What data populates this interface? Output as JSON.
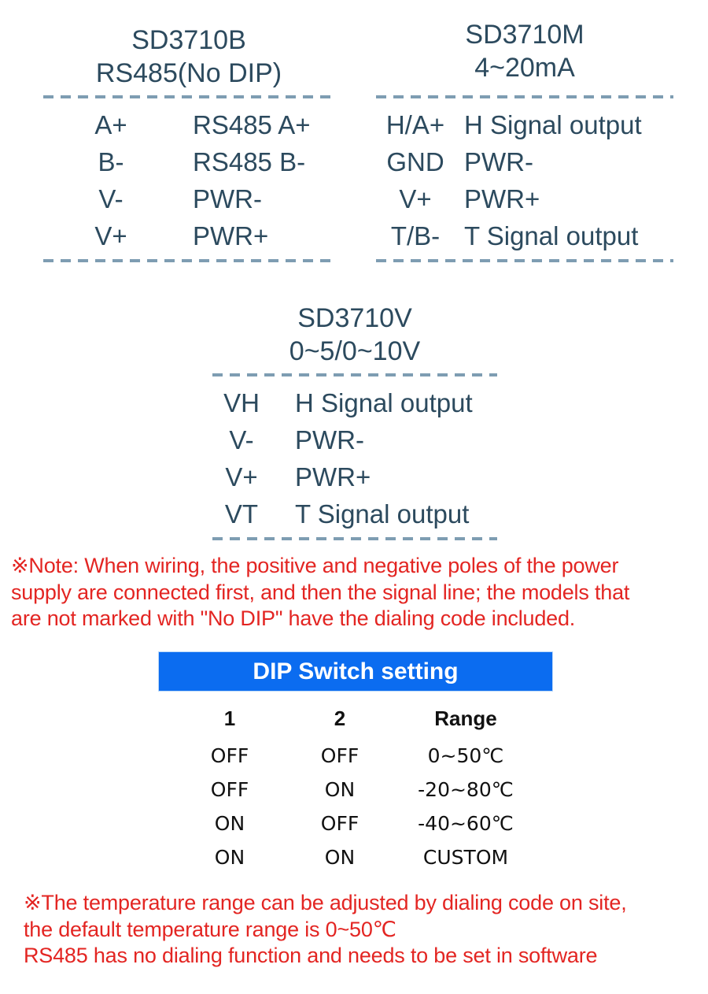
{
  "colors": {
    "ink": "#2c4a5e",
    "dash_line": "#7e9db2",
    "note_red": "#e32522",
    "header_blue": "#0b6cf0",
    "header_text": "#ffffff",
    "table_text": "#111111"
  },
  "pinout_blocks": [
    {
      "model": "SD3710B",
      "interface": "RS485(No DIP)",
      "pins": [
        {
          "pin": "A+",
          "desc": "RS485 A+"
        },
        {
          "pin": "B-",
          "desc": "RS485 B-"
        },
        {
          "pin": "V-",
          "desc": "PWR-"
        },
        {
          "pin": "V+",
          "desc": "PWR+"
        }
      ]
    },
    {
      "model": "SD3710M",
      "interface": "4~20mA",
      "pins": [
        {
          "pin": "H/A+",
          "desc": "H Signal output"
        },
        {
          "pin": "GND",
          "desc": "PWR-"
        },
        {
          "pin": "V+",
          "desc": "PWR+"
        },
        {
          "pin": "T/B-",
          "desc": "T Signal output"
        }
      ]
    },
    {
      "model": "SD3710V",
      "interface": "0~5/0~10V",
      "pins": [
        {
          "pin": "VH",
          "desc": "H Signal output"
        },
        {
          "pin": "V-",
          "desc": "PWR-"
        },
        {
          "pin": "V+",
          "desc": "PWR+"
        },
        {
          "pin": "VT",
          "desc": "T Signal output"
        }
      ]
    }
  ],
  "wiring_note": {
    "lines": [
      "※Note: When wiring, the positive and negative poles of the power",
      "supply are connected first, and then the signal line; the models that",
      "are not marked with \"No DIP\" have the dialing code included."
    ]
  },
  "dip_switch": {
    "title": "DIP Switch setting",
    "columns": [
      "1",
      "2",
      "Range"
    ],
    "rows": [
      [
        "OFF",
        "OFF",
        "0~50℃"
      ],
      [
        "OFF",
        "ON",
        "-20~80℃"
      ],
      [
        "ON",
        "OFF",
        "-40~60℃"
      ],
      [
        "ON",
        "ON",
        "CUSTOM"
      ]
    ]
  },
  "temperature_note": {
    "lines": [
      "※The temperature range can be adjusted by dialing code on site,",
      "the default temperature range is 0~50℃",
      "RS485 has no dialing function and needs to be set in software"
    ]
  }
}
